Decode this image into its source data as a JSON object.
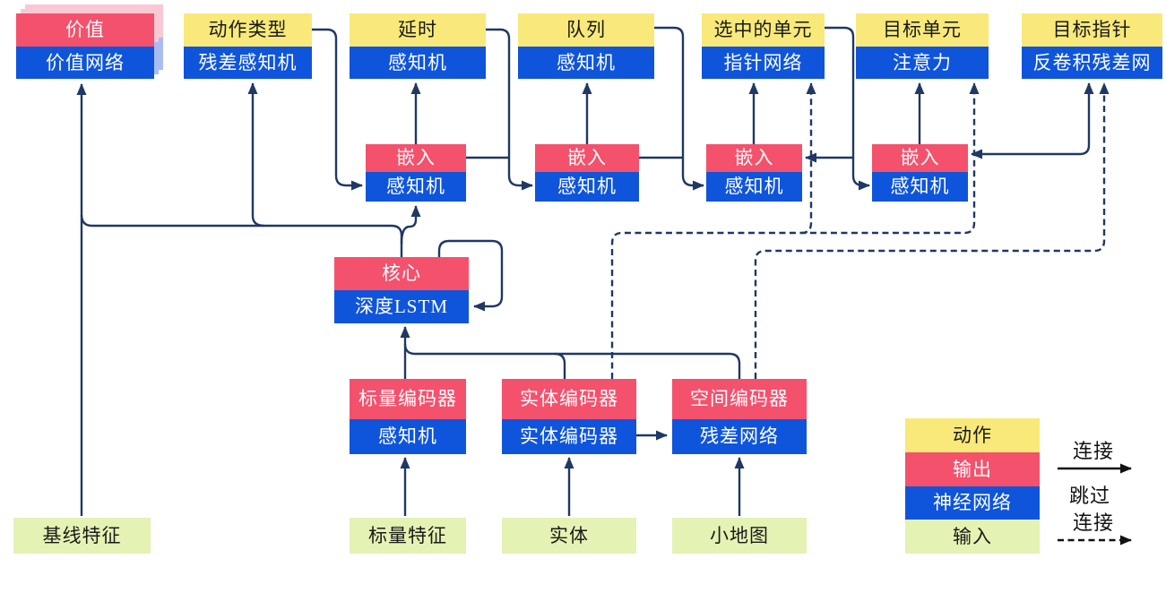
{
  "colors": {
    "action_yellow": "#F8E97A",
    "output_red": "#F4516D",
    "network_blue": "#0F55DC",
    "input_green": "#E4F2B3",
    "shadow_pink": "#F9C8D4",
    "shadow_blue": "#A9BDF2",
    "wire_navy": "#1F3864",
    "legend_arrow_black": "#111111"
  },
  "heads": [
    {
      "action": "价值",
      "network": "价值网络"
    },
    {
      "action": "动作类型",
      "network": "残差感知机"
    },
    {
      "action": "延时",
      "network": "感知机"
    },
    {
      "action": "队列",
      "network": "感知机"
    },
    {
      "action": "选中的单元",
      "network": "指针网络"
    },
    {
      "action": "目标单元",
      "network": "注意力"
    },
    {
      "action": "目标指针",
      "network": "反卷积残差网"
    }
  ],
  "embeddings": [
    {
      "top": "嵌入",
      "bottom": "感知机"
    },
    {
      "top": "嵌入",
      "bottom": "感知机"
    },
    {
      "top": "嵌入",
      "bottom": "感知机"
    },
    {
      "top": "嵌入",
      "bottom": "感知机"
    }
  ],
  "core": {
    "top": "核心",
    "bottom": "深度LSTM"
  },
  "encoders": [
    {
      "top": "标量编码器",
      "bottom": "感知机"
    },
    {
      "top": "实体编码器",
      "bottom": "实体编码器"
    },
    {
      "top": "空间编码器",
      "bottom": "残差网络"
    }
  ],
  "inputs": [
    {
      "label": "基线特征"
    },
    {
      "label": "标量特征"
    },
    {
      "label": "实体"
    },
    {
      "label": "小地图"
    }
  ],
  "legend": {
    "items": [
      {
        "label": "动作"
      },
      {
        "label": "输出"
      },
      {
        "label": "神经网络"
      },
      {
        "label": "输入"
      }
    ],
    "connection": "连接",
    "skip_line1": "跳过",
    "skip_line2": "连接"
  }
}
